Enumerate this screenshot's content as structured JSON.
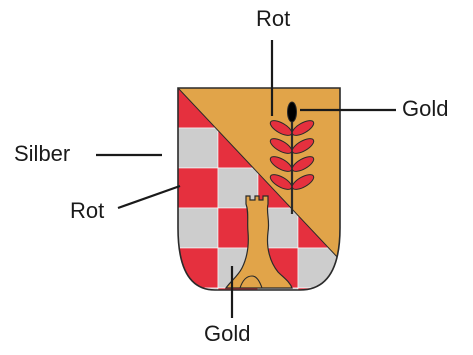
{
  "labels": {
    "top_red": "Rot",
    "right_gold": "Gold",
    "left_silver": "Silber",
    "left_red": "Rot",
    "bottom_gold": "Gold"
  },
  "colors": {
    "gold": "#e1a449",
    "red": "#e5303e",
    "silver": "#cdcdcd",
    "outline": "#2a2a2a",
    "leader": "#1a1a1a"
  },
  "icons": {
    "ear": "grain-ear-icon",
    "tower": "castle-tower-icon"
  }
}
